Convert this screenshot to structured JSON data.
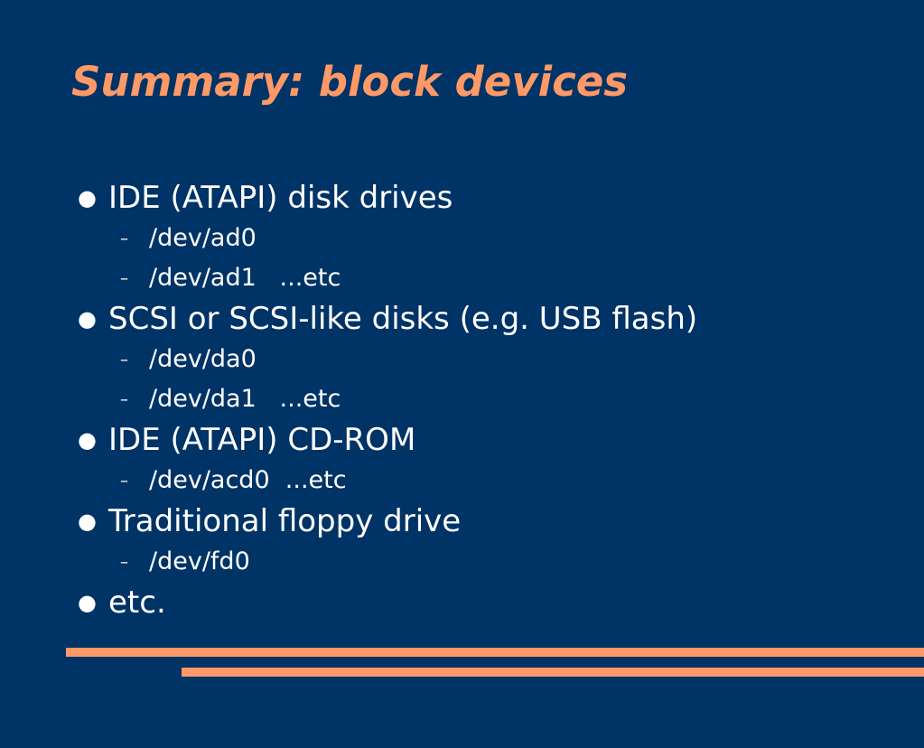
{
  "slide": {
    "title": "Summary: block devices",
    "bullet_glyph": "●",
    "dash_glyph": "–",
    "items": [
      {
        "text": "IDE (ATAPI) disk drives",
        "sub": [
          "/dev/ad0",
          "/dev/ad1   ...etc"
        ]
      },
      {
        "text": "SCSI or SCSI-like disks (e.g. USB flash)",
        "sub": [
          "/dev/da0",
          "/dev/da1   ...etc"
        ]
      },
      {
        "text": "IDE (ATAPI) CD-ROM",
        "sub": [
          "/dev/acd0  ...etc"
        ]
      },
      {
        "text": "Traditional floppy drive",
        "sub": [
          "/dev/fd0"
        ]
      },
      {
        "text": "etc.",
        "sub": []
      }
    ]
  },
  "colors": {
    "background": "#003366",
    "accent": "#ff9966",
    "text": "#ffffff"
  }
}
